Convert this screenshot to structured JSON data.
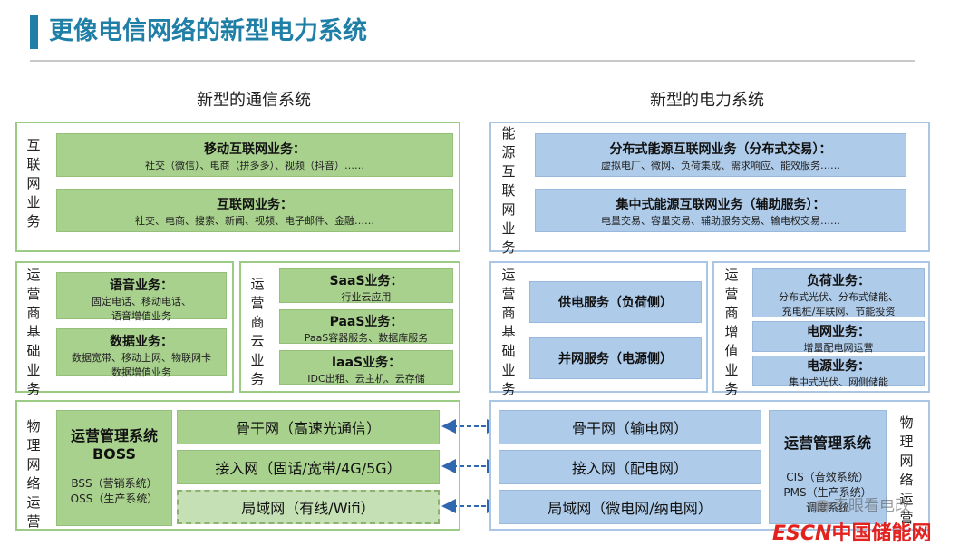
{
  "title": "更像电信网络的新型电力系统",
  "left": {
    "heading": "新型的通信系统",
    "internet": {
      "label": "互联网业务",
      "boxes": [
        {
          "title": "移动互联网业务：",
          "desc": "社交（微信）、电商（拼多多）、视频（抖音）……"
        },
        {
          "title": "互联网业务：",
          "desc": "社交、电商、搜索、新闻、视频、电子邮件、金融……"
        }
      ]
    },
    "basic": {
      "label": "运营商基础业务",
      "boxes": [
        {
          "title": "语音业务：",
          "desc1": "固定电话、移动电话、",
          "desc2": "语音增值业务"
        },
        {
          "title": "数据业务：",
          "desc1": "数据宽带、移动上网、物联网卡",
          "desc2": "数据增值业务"
        }
      ]
    },
    "cloud": {
      "label": "运营商云业务",
      "boxes": [
        {
          "title": "SaaS业务：",
          "desc": "行业云应用"
        },
        {
          "title": "PaaS业务：",
          "desc": "PaaS容器服务、数据库服务"
        },
        {
          "title": "IaaS业务：",
          "desc": "IDC出租、云主机、云存储"
        }
      ]
    },
    "physical": {
      "label": "物理网络运营",
      "boss_title1": "运营管理系统",
      "boss_title2": "BOSS",
      "boss_line1": "BSS（营销系统）",
      "boss_line2": "OSS（生产系统）",
      "networks": [
        "骨干网（高速光通信）",
        "接入网（固话/宽带/4G/5G）",
        "局域网（有线/Wifi）"
      ]
    }
  },
  "right": {
    "heading": "新型的电力系统",
    "internet": {
      "label": "能源互联网业务",
      "boxes": [
        {
          "title": "分布式能源互联网业务（分布式交易）：",
          "desc": "虚拟电厂、微网、负荷集成、需求响应、能效服务……"
        },
        {
          "title": "集中式能源互联网业务（辅助服务）：",
          "desc": "电量交易、容量交易、辅助服务交易、输电权交易……"
        }
      ]
    },
    "basic": {
      "label": "运营商基础业务",
      "boxes": [
        "供电服务（负荷侧）",
        "并网服务（电源侧）"
      ]
    },
    "value": {
      "label": "运营商增值业务",
      "boxes": [
        {
          "title": "负荷业务：",
          "desc1": "分布式光伏、分布式储能、",
          "desc2": "充电桩/车联网、节能投资"
        },
        {
          "title": "电网业务：",
          "desc1": "增量配电网运营"
        },
        {
          "title": "电源业务：",
          "desc1": "集中式光伏、网侧储能"
        }
      ]
    },
    "physical": {
      "label": "物理网络运营",
      "networks": [
        "骨干网（输电网）",
        "接入网（配电网）",
        "局域网（微电网/纳电网）"
      ],
      "ops_title": "运营管理系统",
      "ops_line1": "CIS（音效系统）",
      "ops_line2": "PMS（生产系统）",
      "ops_line3": "调度系统"
    }
  },
  "watermark": {
    "wechat": "奇眼看电改",
    "brand1": "ESCN",
    "brand2": "中国储能网"
  },
  "colors": {
    "title": "#1f7fa6",
    "green_fill": "#a9d18e",
    "blue_fill": "#aecbea",
    "arrow": "#2f67b1",
    "watermark": "#e3211e"
  }
}
